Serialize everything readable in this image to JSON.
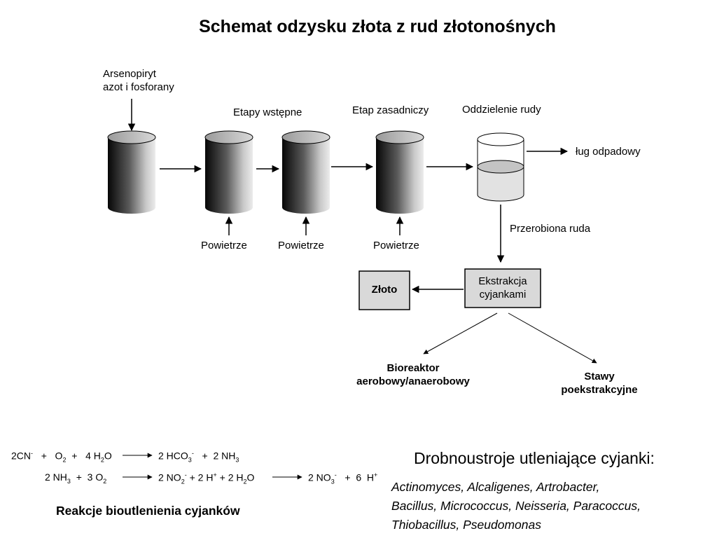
{
  "title": "Schemat odzysku złota z rud złotonośnych",
  "labels": {
    "input": [
      "Arsenopiryt",
      "azot i fosforany"
    ],
    "pretreatment": "Etapy wstępne",
    "main_stage": "Etap zasadniczy",
    "separation": "Oddzielenie rudy",
    "waste": "ług odpadowy",
    "air": "Powietrze",
    "processed_ore": "Przerobiona ruda",
    "extraction": [
      "Ekstrakcja",
      "cyjankami"
    ],
    "gold": "Złoto",
    "bioreactor": [
      "Bioreaktor",
      "aerobowy/anaerobowy"
    ],
    "ponds": [
      "Stawy",
      "poekstrakcyjne"
    ]
  },
  "reactions": {
    "r1_left": [
      "2CN",
      "-",
      "+",
      "O",
      "2",
      "+",
      "4 H",
      "2",
      "O"
    ],
    "r1_right": [
      "2 HCO",
      "3",
      "-",
      "+",
      "2 NH",
      "3"
    ],
    "r2_left": [
      "2 NH",
      "3",
      "+",
      "3 O",
      "2"
    ],
    "r2_mid": [
      "2 NO",
      "2",
      "-",
      "+",
      "2 H",
      "+",
      "+",
      "2 H",
      "2",
      "O"
    ],
    "r2_right": [
      "2 NO",
      "3",
      "-",
      "+",
      "6",
      "H",
      "+"
    ],
    "caption": "Reakcje bioutlenienia cyjanków"
  },
  "microbes": {
    "heading": "Drobnoustroje utleniające cyjanki:",
    "lines": [
      "Actinomyces, Alcaligenes, Artrobacter,",
      "Bacillus, Micrococcus, Neisseria, Paracoccus,",
      "Thiobacillus, Pseudomonas"
    ]
  }
}
